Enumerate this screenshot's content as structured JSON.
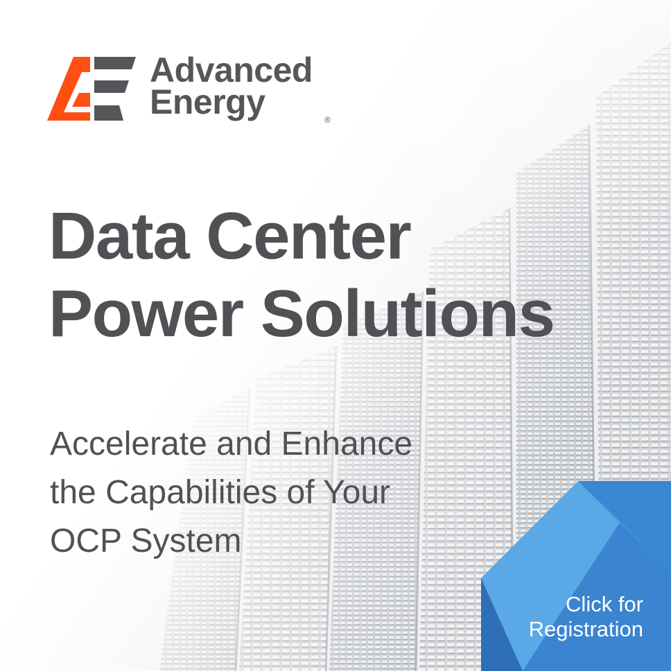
{
  "brand": {
    "name_line1": "Advanced",
    "name_line2": "Energy",
    "registered_mark": "®",
    "logo_color": "#ff4f12",
    "text_color": "#545659"
  },
  "headline": {
    "line1": "Data Center",
    "line2": "Power Solutions"
  },
  "subheadline": {
    "line1": "Accelerate and Enhance",
    "line2": "the Capabilities of Your",
    "line3": "OCP System"
  },
  "cta": {
    "line1": "Click for",
    "line2": "Registration",
    "color_light": "#4d9de0",
    "color_dark": "#2e6fb8"
  },
  "background": {
    "description_icon": "server-racks-image"
  }
}
